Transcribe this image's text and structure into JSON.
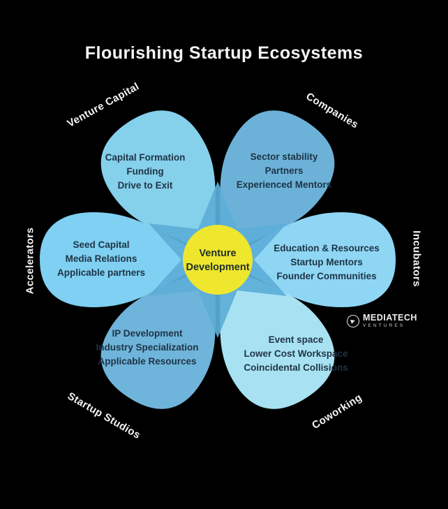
{
  "title": "Flourishing Startup Ecosystems",
  "center": {
    "line1": "Venture",
    "line2": "Development",
    "color": "#efe72e"
  },
  "petals": [
    {
      "label": "Venture Capital",
      "items": [
        "Capital Formation",
        "Funding",
        "Drive to Exit"
      ],
      "color": "#85d0ea"
    },
    {
      "label": "Companies",
      "items": [
        "Sector stability",
        "Partners",
        "Experienced Mentors"
      ],
      "color": "#6cb2d8"
    },
    {
      "label": "Incubators",
      "items": [
        "Education & Resources",
        "Startup Mentors",
        "Founder Communities"
      ],
      "color": "#8ed6f4"
    },
    {
      "label": "Coworking",
      "items": [
        "Event space",
        "Lower Cost Workspace",
        "Coincidental Collisions"
      ],
      "color": "#a8e2f2"
    },
    {
      "label": "Startup Studios",
      "items": [
        "IP Development",
        "Industry Specialization",
        "Applicable Resources"
      ],
      "color": "#6fb4da"
    },
    {
      "label": "Accelerators",
      "items": [
        "Seed Capital",
        "Media Relations",
        "Applicable partners"
      ],
      "color": "#7fd0f2"
    }
  ],
  "logo": {
    "brand": "MEDIATECH",
    "sub": "VENTURES",
    "play_glyph": "▶"
  },
  "colors": {
    "background": "#000000",
    "overlap": "#5caed8",
    "petal_text": "#1e3345",
    "label_text": "#f4f4f4"
  }
}
